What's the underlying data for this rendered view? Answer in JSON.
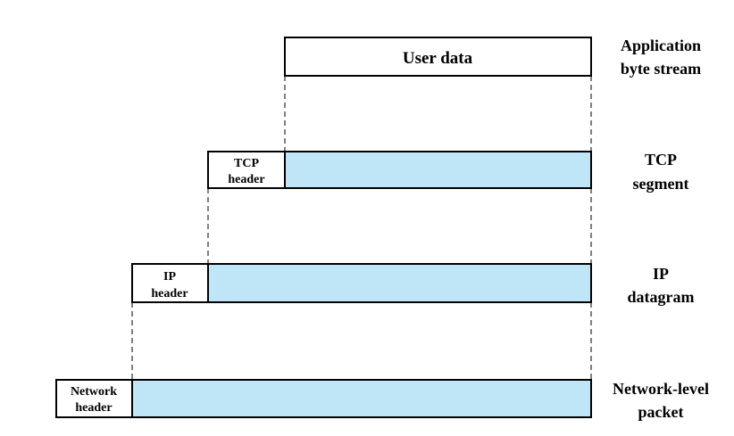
{
  "colors": {
    "payload_fill": "#bfe6f7",
    "header_fill": "#ffffff",
    "stroke": "#000000"
  },
  "layers": {
    "application": {
      "box_label": "User data",
      "name_line1": "Application",
      "name_line2": "byte stream"
    },
    "tcp": {
      "header_line1": "TCP",
      "header_line2": "header",
      "name_line1": "TCP",
      "name_line2": "segment"
    },
    "ip": {
      "header_line1": "IP",
      "header_line2": "header",
      "name_line1": "IP",
      "name_line2": "datagram"
    },
    "network": {
      "header_line1": "Network",
      "header_line2": "header",
      "name_line1": "Network-level",
      "name_line2": "packet"
    }
  }
}
